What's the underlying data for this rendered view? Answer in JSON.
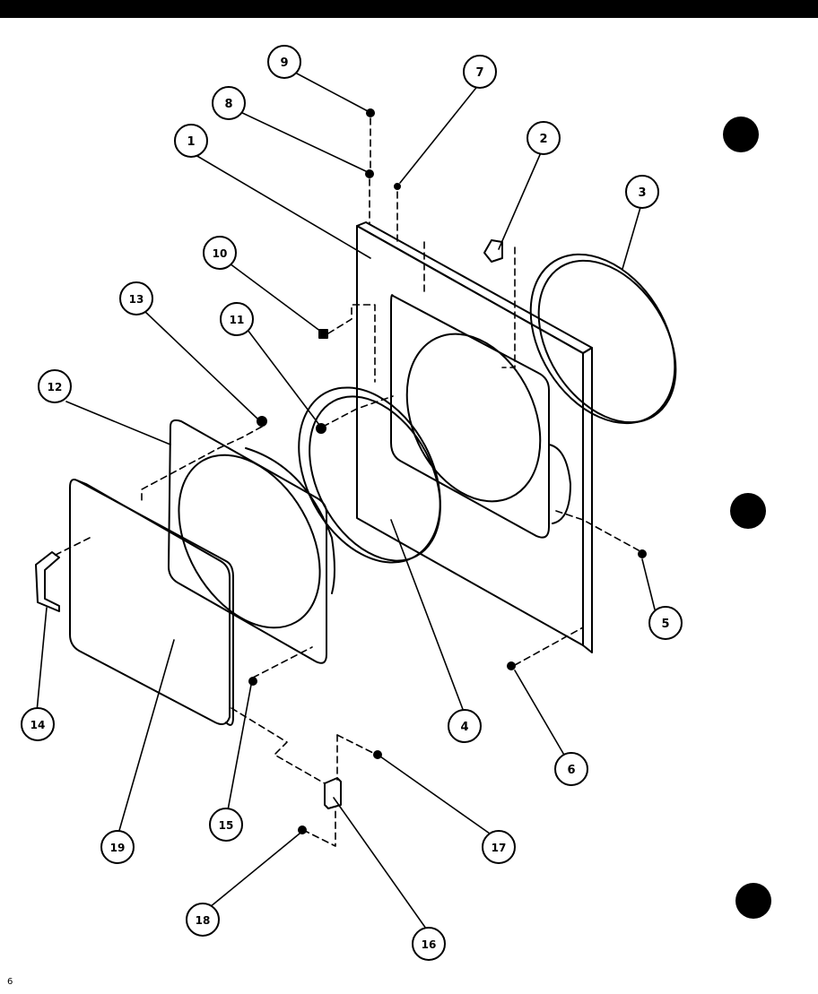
{
  "diagram": {
    "callouts": [
      "1",
      "2",
      "3",
      "4",
      "5",
      "6",
      "7",
      "8",
      "9",
      "10",
      "11",
      "12",
      "13",
      "14",
      "15",
      "16",
      "17",
      "18",
      "19"
    ],
    "page_number": "6",
    "ink_color": "#000000",
    "paper_color": "#ffffff"
  }
}
